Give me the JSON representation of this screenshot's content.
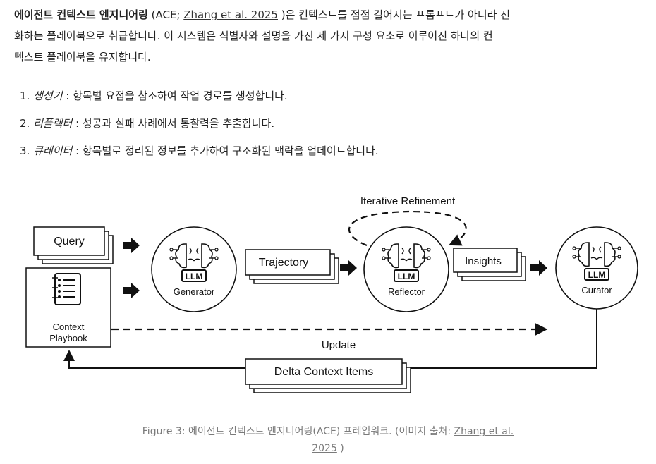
{
  "intro": {
    "term": "에이전트 컨텍스트 엔지니어링",
    "cite_open": " (ACE; ",
    "cite_link": "Zhang et al. 2025",
    "cite_rest": " )은 컨텍스트를 점점 길어지는 프롬프트가 아니라 진",
    "line2": "화하는 플레이북으로 취급합니다. 이 시스템은 식별자와 설명을 가진 세 가지 구성 요소로 이루어진 하나의 컨",
    "line3": "텍스트 플레이북을 유지합니다."
  },
  "steps": [
    {
      "num": "1.",
      "role": "생성기",
      "desc": " : 항목별 요점을 참조하여 작업 경로를 생성합니다."
    },
    {
      "num": "2.",
      "role": "리플렉터",
      "desc": " : 성공과 실패 사례에서 통찰력을 추출합니다."
    },
    {
      "num": "3.",
      "role": "큐레이터",
      "desc": " : 항목별로 정리된 정보를 추가하여 구조화된 맥락을 업데이트합니다."
    }
  ],
  "diagram": {
    "loop_label": "Iterative Refinement",
    "query": "Query",
    "playbook_line1": "Context",
    "playbook_line2": "Playbook",
    "llm": "LLM",
    "generator": "Generator",
    "trajectory": "Trajectory",
    "reflector": "Reflector",
    "insights": "Insights",
    "curator": "Curator",
    "update": "Update",
    "delta": "Delta Context Items"
  },
  "caption": {
    "text": "Figure 3: 에이전트 컨텍스트 엔지니어링(ACE) 프레임워크. (이미지 출처: ",
    "link_a": "Zhang et al.",
    "link_b": "2025",
    "close": " )"
  }
}
